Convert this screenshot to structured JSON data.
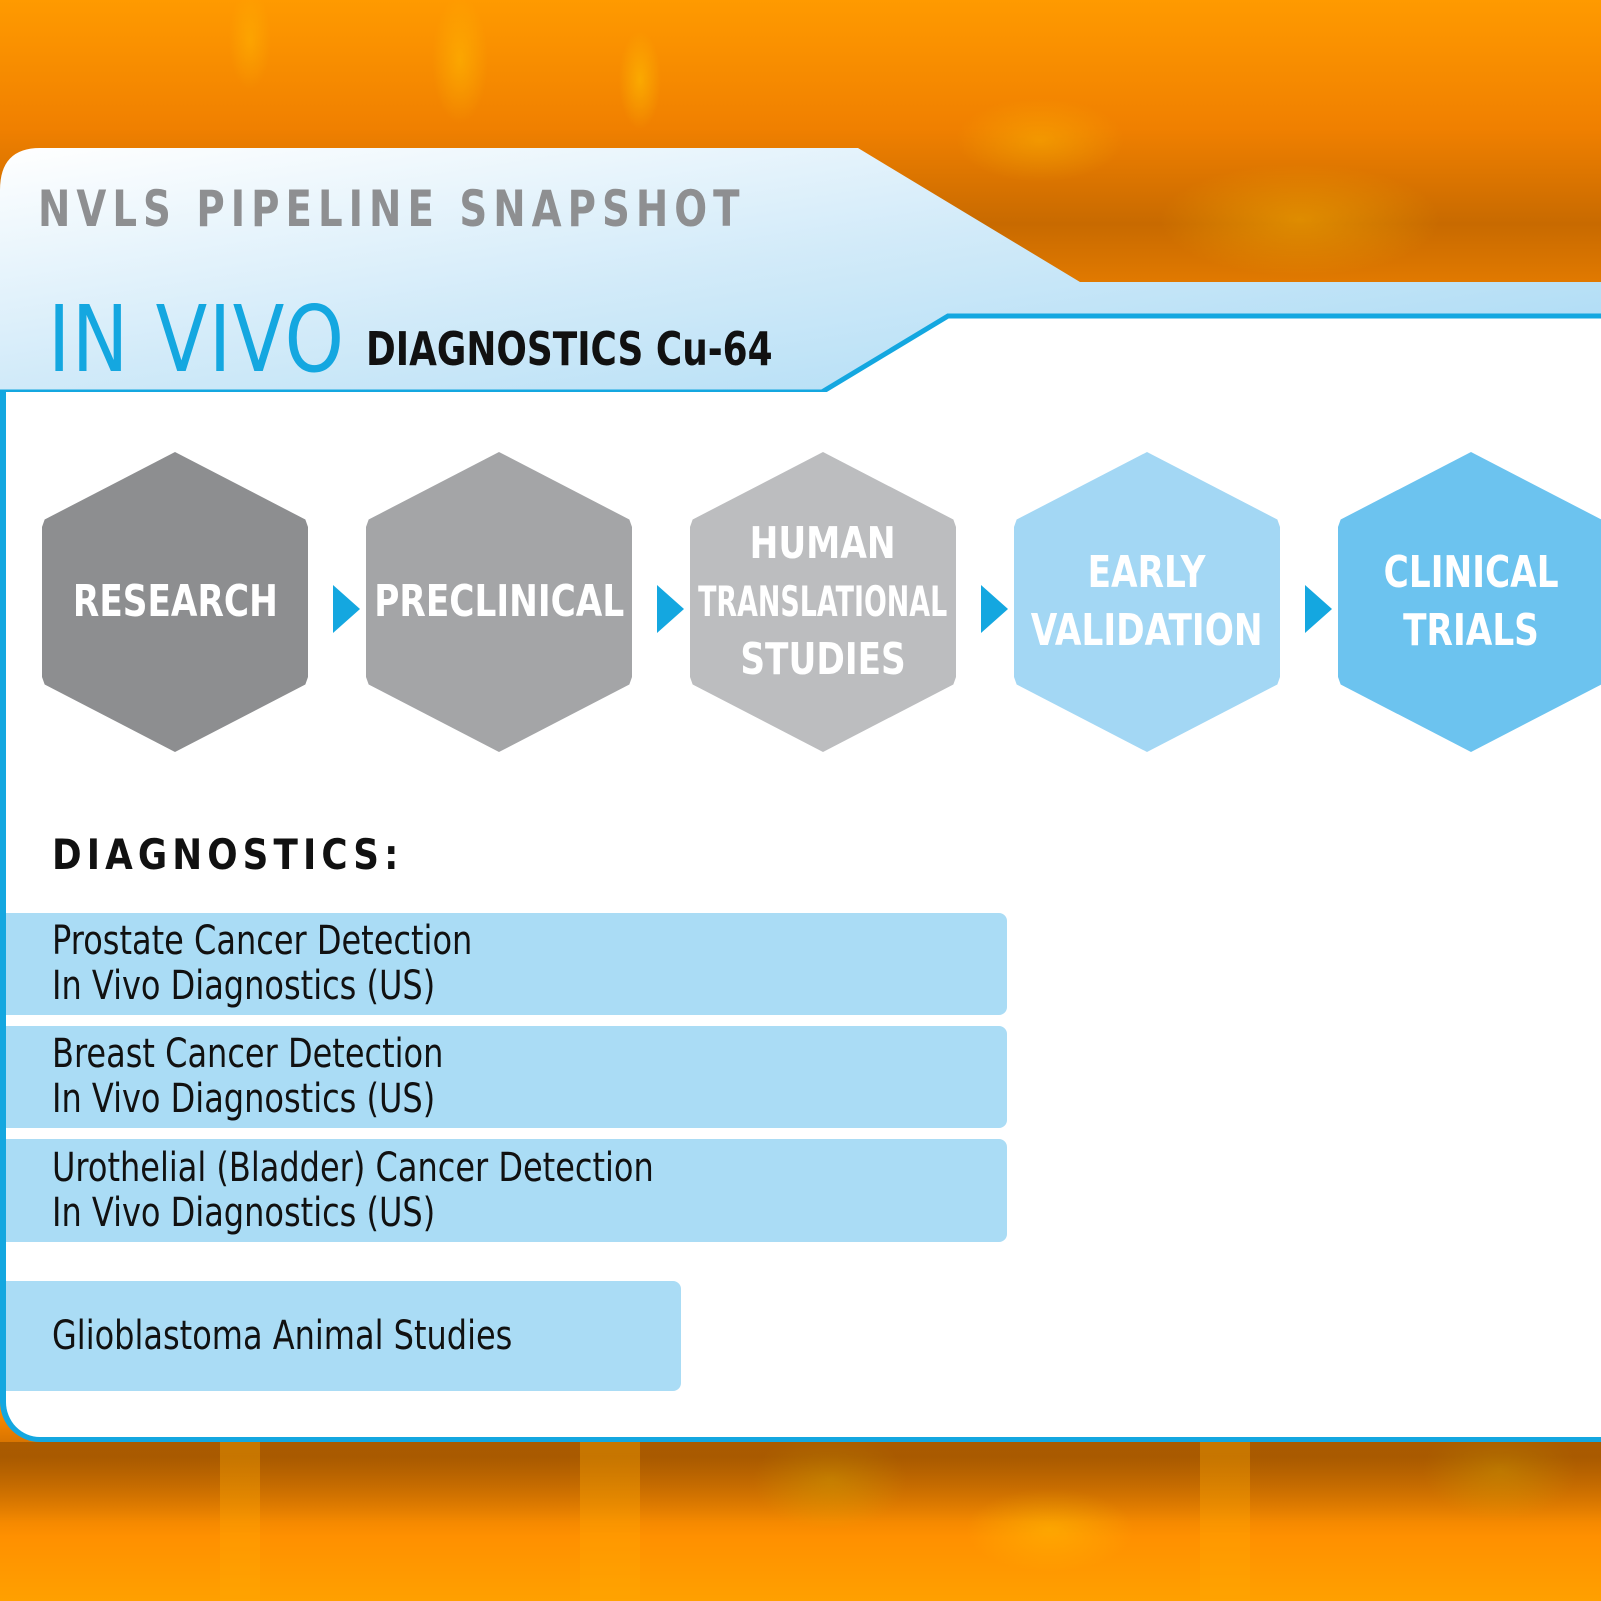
{
  "header": {
    "kicker": "NVLS PIPELINE SNAPSHOT",
    "title_main": "IN VIVO",
    "title_sub": "DIAGNOSTICS Cu-64"
  },
  "colors": {
    "accent_blue": "#14a7e0",
    "header_band": "#c7e6f8",
    "bar_fill": "#aadcf5",
    "background_orange": "#ff8c00"
  },
  "pipeline": {
    "stages": [
      {
        "lines": [
          "RESEARCH"
        ],
        "color": "#8d8e90"
      },
      {
        "lines": [
          "PRECLINICAL"
        ],
        "color": "#a4a5a7"
      },
      {
        "lines": [
          "HUMAN",
          "TRANSLATIONAL",
          "STUDIES"
        ],
        "color": "#bcbdbf"
      },
      {
        "lines": [
          "EARLY",
          "VALIDATION"
        ],
        "color": "#a3d7f4"
      },
      {
        "lines": [
          "CLINICAL",
          "TRIALS"
        ],
        "color": "#6cc3ef"
      }
    ],
    "arrow_icon": "triangle-right-icon"
  },
  "diagnostics": {
    "heading": "DIAGNOSTICS:",
    "programs": [
      {
        "line1": "Prostate Cancer Detection",
        "line2": "In Vivo Diagnostics (US)",
        "reaches_stage": "EARLY VALIDATION"
      },
      {
        "line1": "Breast Cancer Detection",
        "line2": "In Vivo Diagnostics (US)",
        "reaches_stage": "EARLY VALIDATION"
      },
      {
        "line1": "Urothelial (Bladder) Cancer Detection",
        "line2": "In Vivo Diagnostics (US)",
        "reaches_stage": "EARLY VALIDATION"
      },
      {
        "line1": "Glioblastoma Animal Studies",
        "line2": "",
        "reaches_stage": "HUMAN TRANSLATIONAL STUDIES"
      }
    ]
  }
}
